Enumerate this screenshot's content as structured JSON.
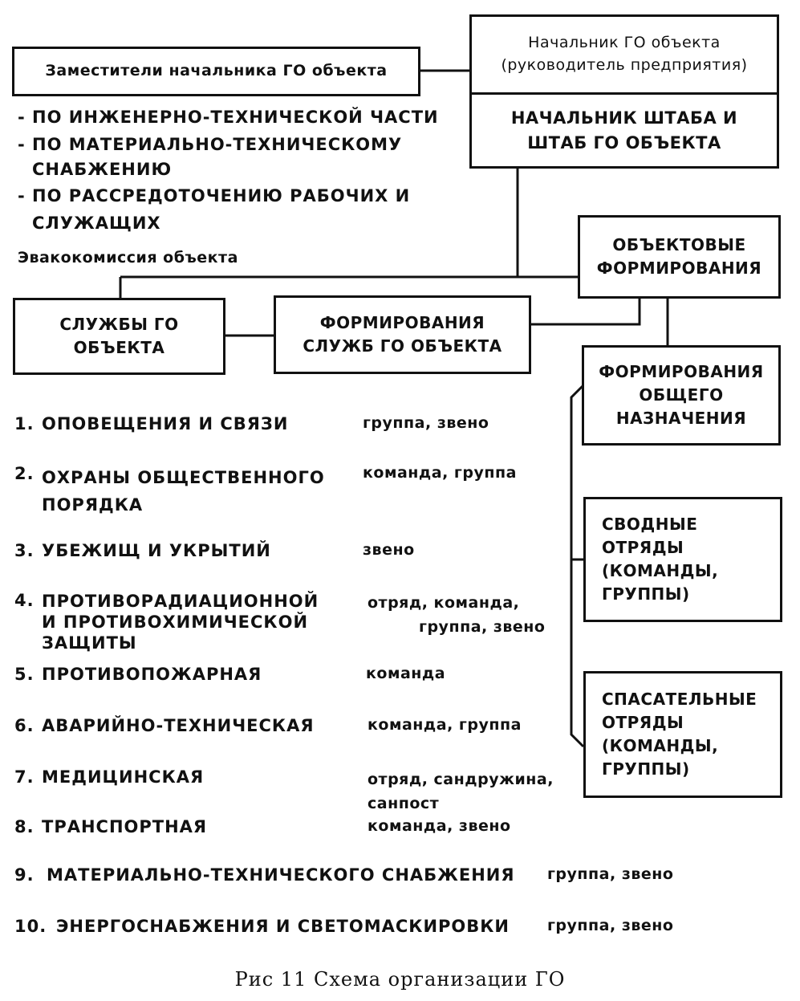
{
  "boxes": {
    "head": "Начальник ГО объекта\n(руководитель предприятия)",
    "staff": "НАЧАЛЬНИК ШТАБА И\nШТАБ ГО ОБЪЕКТА",
    "deputies": "Заместители начальника ГО объекта",
    "object_formations": "ОБЪЕКТОВЫЕ\nФОРМИРОВАНИЯ",
    "services": "СЛУЖБЫ ГО\nОБЪЕКТА",
    "service_formations": "ФОРМИРОВАНИЯ\nСЛУЖБ ГО ОБЪЕКТА",
    "general_formations": "ФОРМИРОВАНИЯ\nОБЩЕГО\nНАЗНАЧЕНИЯ",
    "combined_units": "СВОДНЫЕ\nОТРЯДЫ\n(КОМАНДЫ,\nГРУППЫ)",
    "rescue_units": "СПАСАТЕЛЬНЫЕ\nОТРЯДЫ\n(КОМАНДЫ,\nГРУППЫ)"
  },
  "deputy_items": [
    "- ПО ИНЖЕНЕРНО-ТЕХНИЧЕСКОЙ ЧАСТИ",
    "- ПО МАТЕРИАЛЬНО-ТЕХНИЧЕСКОМУ",
    "СНАБЖЕНИЮ",
    "- ПО РАССРЕДОТОЧЕНИЮ РАБОЧИХ И",
    "СЛУЖАЩИХ"
  ],
  "evac_commission": "Эвакокомиссия объекта",
  "services_list": [
    {
      "num": "1.",
      "name": "ОПОВЕЩЕНИЯ И СВЯЗИ",
      "units": "группа, звено"
    },
    {
      "num": "2.",
      "name": "ОХРАНЫ ОБЩЕСТВЕННОГО\nПОРЯДКА",
      "units": "команда, группа"
    },
    {
      "num": "3.",
      "name": "УБЕЖИЩ И УКРЫТИЙ",
      "units": "звено"
    },
    {
      "num": "4.",
      "name": "ПРОТИВОРАДИАЦИОННОЙ\nИ ПРОТИВОХИМИЧЕСКОЙ\nЗАЩИТЫ",
      "units": "отряд, команда,\n         группа, звено"
    },
    {
      "num": "5.",
      "name": "ПРОТИВОПОЖАРНАЯ",
      "units": "команда"
    },
    {
      "num": "6.",
      "name": "АВАРИЙНО-ТЕХНИЧЕСКАЯ",
      "units": "команда, группа"
    },
    {
      "num": "7.",
      "name": "МЕДИЦИНСКАЯ",
      "units": "отряд, сандружина,\nсанпост"
    },
    {
      "num": "8.",
      "name": "ТРАНСПОРТНАЯ",
      "units": "команда, звено"
    },
    {
      "num": "9.",
      "name": "МАТЕРИАЛЬНО-ТЕХНИЧЕСКОГО СНАБЖЕНИЯ",
      "units": "группа, звено"
    },
    {
      "num": "10.",
      "name": "ЭНЕРГОСНАБЖЕНИЯ И СВЕТОМАСКИРОВКИ",
      "units": "группа, звено"
    }
  ],
  "caption": "Рис 11 Схема организации ГО"
}
